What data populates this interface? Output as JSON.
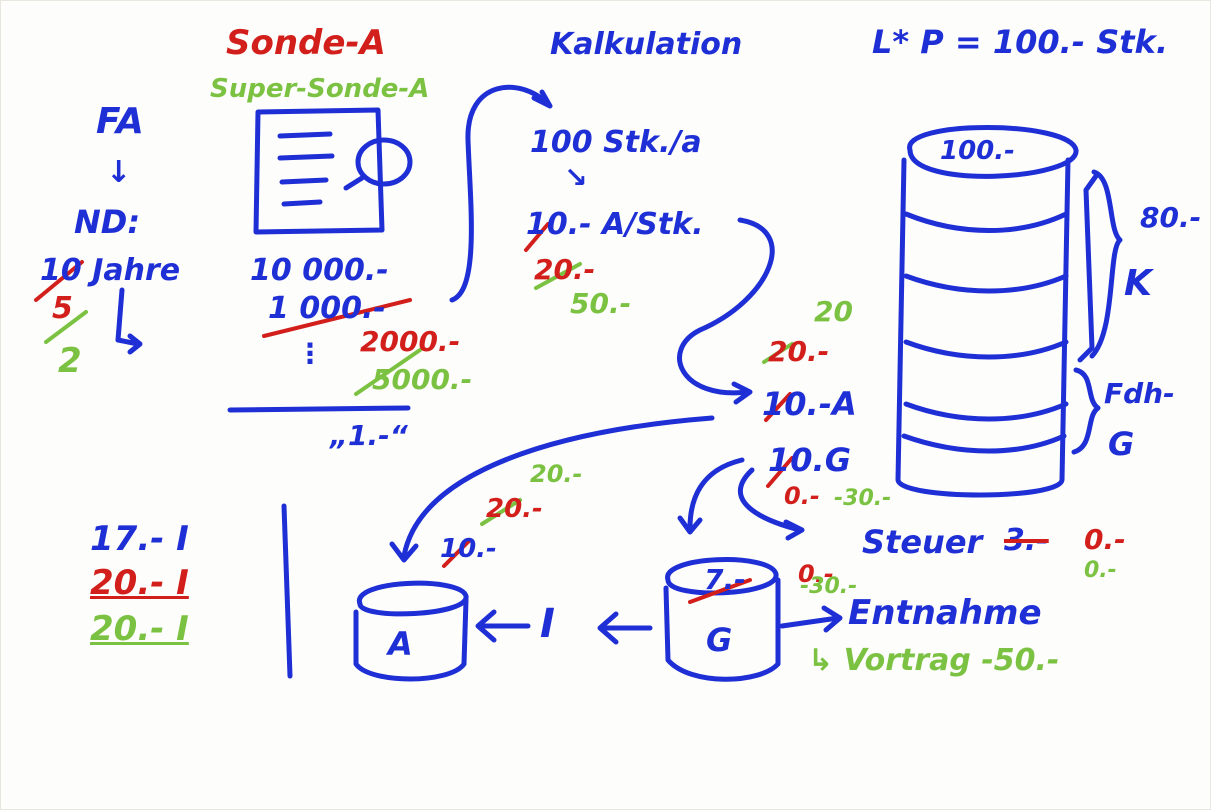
{
  "colors": {
    "blue_ink": "#1f2fd6",
    "red_ink": "#d21f1b",
    "green_ink": "#7cc242",
    "background": "#fdfdfb"
  },
  "header": {
    "title_red": "Sonde-A",
    "title_green": "Super-Sonde-A",
    "kalkulation": "Kalkulation",
    "price_note": "L* P = 100.- Stk."
  },
  "left": {
    "fa": "FA",
    "arrow": "↓",
    "nd": "ND:",
    "jahre": "10 Jahre",
    "five": "5",
    "two": "2",
    "hook_arrow": "↳",
    "amount_1": "10 000.-",
    "amount_2": "1 000.-",
    "amount_3": "2000.-",
    "amount_4": "5000.-",
    "dots": "⋮",
    "one": "„1.-“"
  },
  "calc": {
    "qty": "100 Stk./a",
    "arrow": "↘",
    "per_unit": "10.- A/Stk.",
    "per_unit_red": "20.-",
    "per_unit_green": "50.-"
  },
  "middle": {
    "green_20": "20",
    "red_20": "20.-",
    "a_line": "10.-A",
    "g_line": "10.G",
    "red_0": "0.-",
    "green_30": "-30.-"
  },
  "cylinder": {
    "top_value": "100.-",
    "side_80": "80.-",
    "k": "K",
    "fdh": "Fdh-",
    "g": "G"
  },
  "tax": {
    "steuer": "Steuer",
    "value": "3.-",
    "red": "0.-",
    "green": "0.-"
  },
  "bottom_left": {
    "line_1": "17.- I",
    "line_2": "20.- I",
    "line_3": "20.- I"
  },
  "bottom": {
    "a_label": "A",
    "g_label": "G",
    "g_top": "7.-",
    "i_label": "I",
    "a_green": "20.-",
    "a_red": "20.-",
    "a_blue": "10.-",
    "g_red": "0.-",
    "g_green": "-30.-",
    "entnahme": "Entnahme",
    "vortrag": "↳ Vortrag -50.-"
  }
}
